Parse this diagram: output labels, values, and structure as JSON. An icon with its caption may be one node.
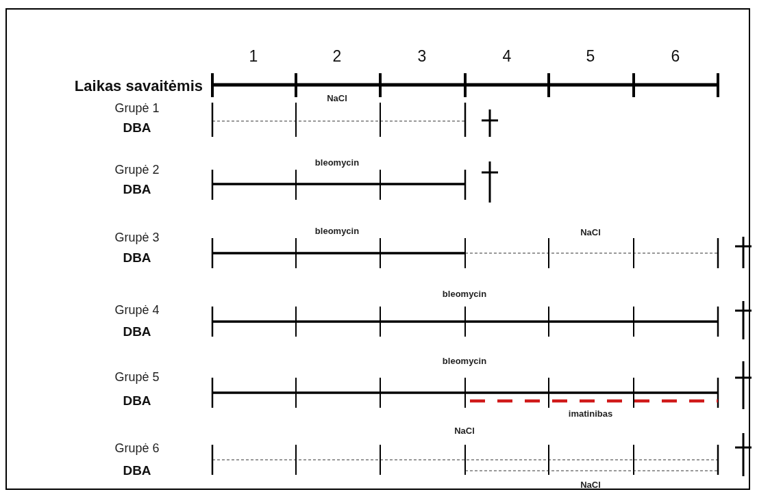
{
  "diagram": {
    "labels": [
      "1",
      "2",
      "3",
      "4",
      "5",
      "6",
      "Laikas savaitėmis",
      "Grupė 1",
      "NaCl",
      "DBA",
      "Grupė 2",
      "bleomycin",
      "DBA",
      "Grupė 3",
      "bleomycin",
      "NaCl",
      "DBA",
      "bleomycin",
      "Grupė 4",
      "DBA",
      "bleomycin",
      "Grupė 5",
      "DBA",
      "imatinibas",
      "NaCl",
      "Grupė 6",
      "DBA",
      "NaCl"
    ]
  }
}
